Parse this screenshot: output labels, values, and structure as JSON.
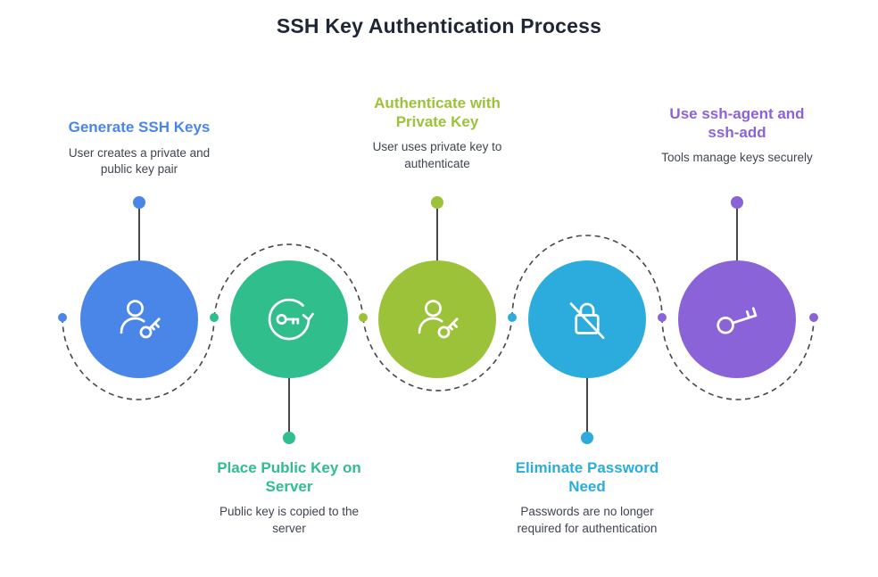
{
  "title": "SSH Key Authentication Process",
  "title_color": "#1E2734",
  "description_color": "#3E4450",
  "connector": {
    "line_color": "#474747",
    "dot_colors": [
      "#4A86E8",
      "#2FBE8C",
      "#9CC23A",
      "#2BACDC",
      "#8B63D8",
      "#8B63D8"
    ]
  },
  "steps": [
    {
      "heading": "Generate SSH Keys",
      "description": "User creates a private and public key pair",
      "color": "#4A86E8",
      "icon": "user-key-icon",
      "label_position": "top"
    },
    {
      "heading": "Place Public Key on Server",
      "description": "Public key is copied to the server",
      "color": "#2FBE8C",
      "icon": "key-rotate-icon",
      "label_position": "bottom"
    },
    {
      "heading": "Authenticate with Private Key",
      "description": "User uses private key to authenticate",
      "color": "#9CC23A",
      "icon": "user-key-icon",
      "label_position": "top"
    },
    {
      "heading": "Eliminate Password Need",
      "description": "Passwords are no longer required for authentication",
      "color": "#2BACDC",
      "icon": "no-password-lock-icon",
      "label_position": "bottom"
    },
    {
      "heading": "Use ssh-agent and ssh-add",
      "description": "Tools manage keys securely",
      "color": "#8B63D8",
      "icon": "key-icon",
      "label_position": "top"
    }
  ]
}
